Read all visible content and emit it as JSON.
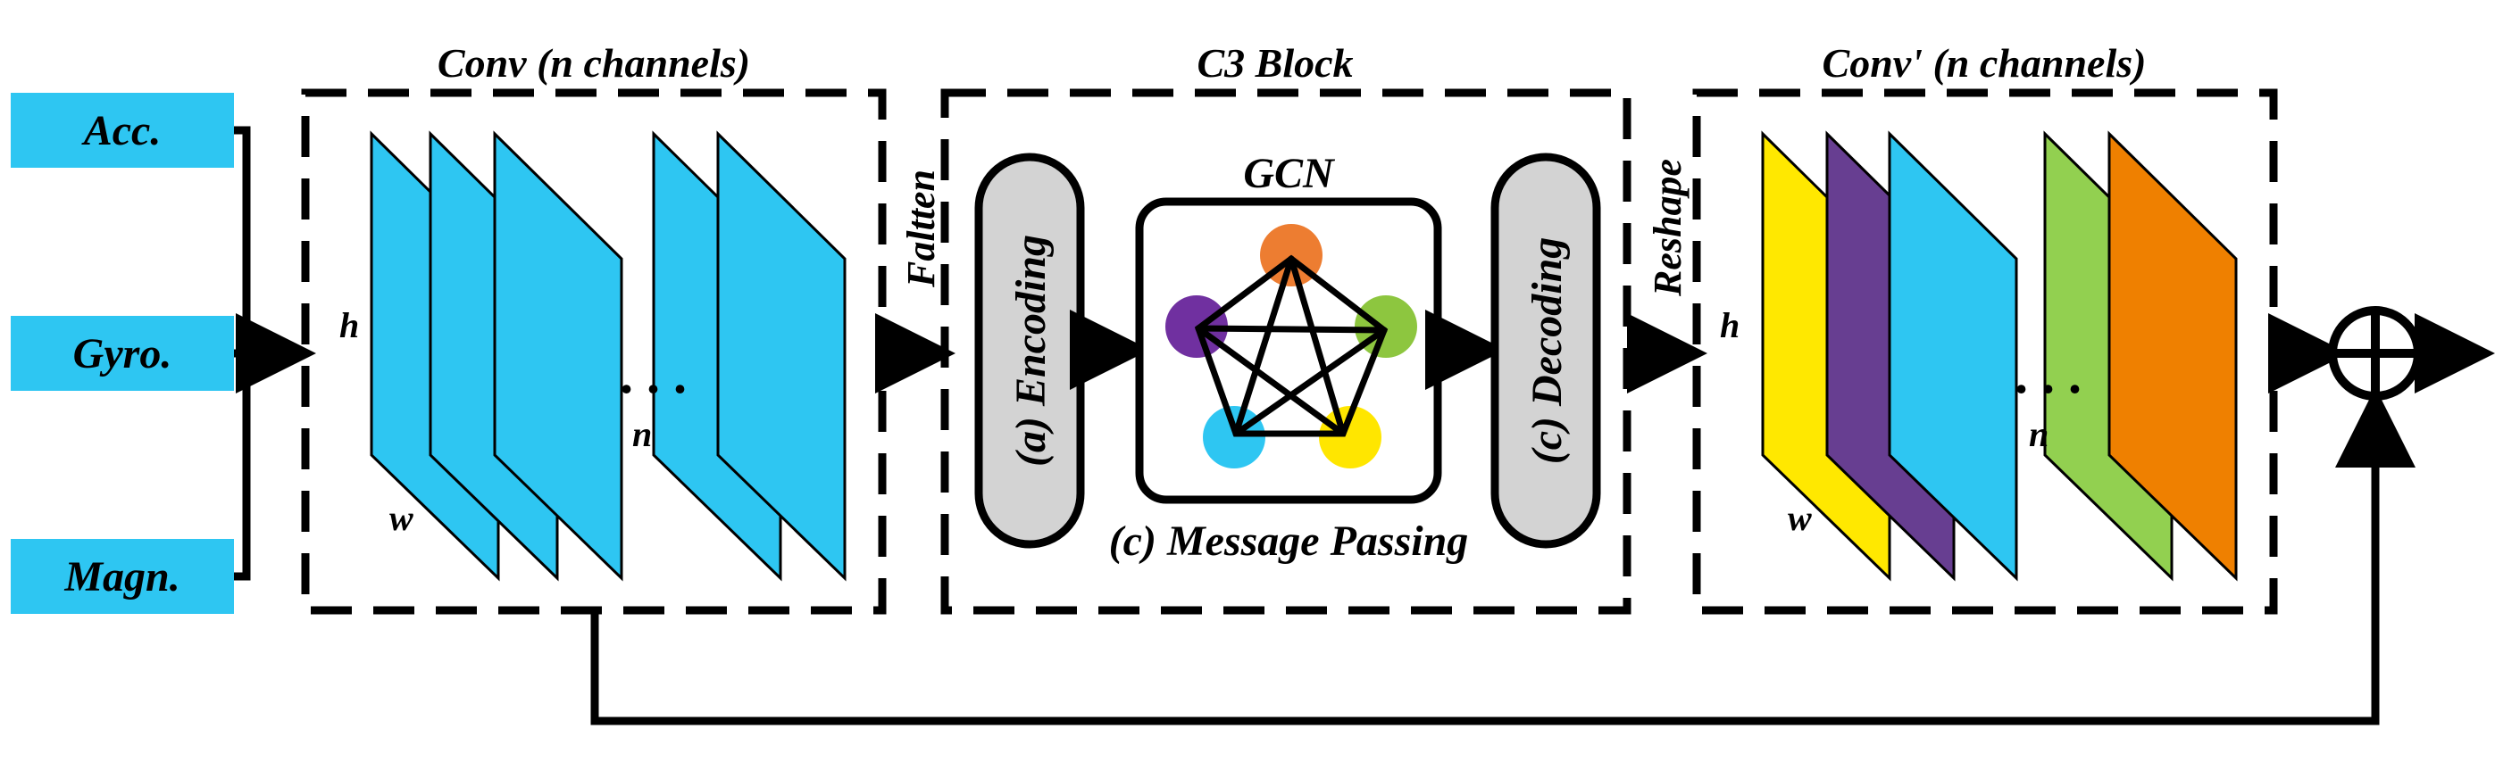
{
  "sensors": {
    "acc": "Acc.",
    "gyro": "Gyro.",
    "magn": "Magn."
  },
  "conv": {
    "title": "Conv (n channels)",
    "dim_h": "h",
    "dim_w": "w",
    "dim_n": "n",
    "ellipsis": ". . ."
  },
  "flatten_label": "Faltten",
  "c3": {
    "title": "C3 Block",
    "encoding": "(a) Encoding",
    "gcn_title": "GCN",
    "message_passing": "(c) Message Passing",
    "decoding": "(c) Decoding"
  },
  "reshape_label": "Reshape",
  "conv_prime": {
    "title": "Conv' (n channels)",
    "dim_h": "h",
    "dim_w": "w",
    "dim_n": "n",
    "ellipsis": ". . ."
  },
  "colors": {
    "cyan": "#2ec6f2",
    "gray": "#d3d3d3",
    "orange_node": "#ed7d31",
    "purple_node": "#7030a0",
    "green_node": "#8dc63f",
    "yellow_node": "#ffe600",
    "cyan_node": "#2ec6f2",
    "yellow_sheet": "#ffe800",
    "purple_sheet": "#673e91",
    "green_sheet": "#92d050",
    "orange_sheet": "#ef8000"
  }
}
